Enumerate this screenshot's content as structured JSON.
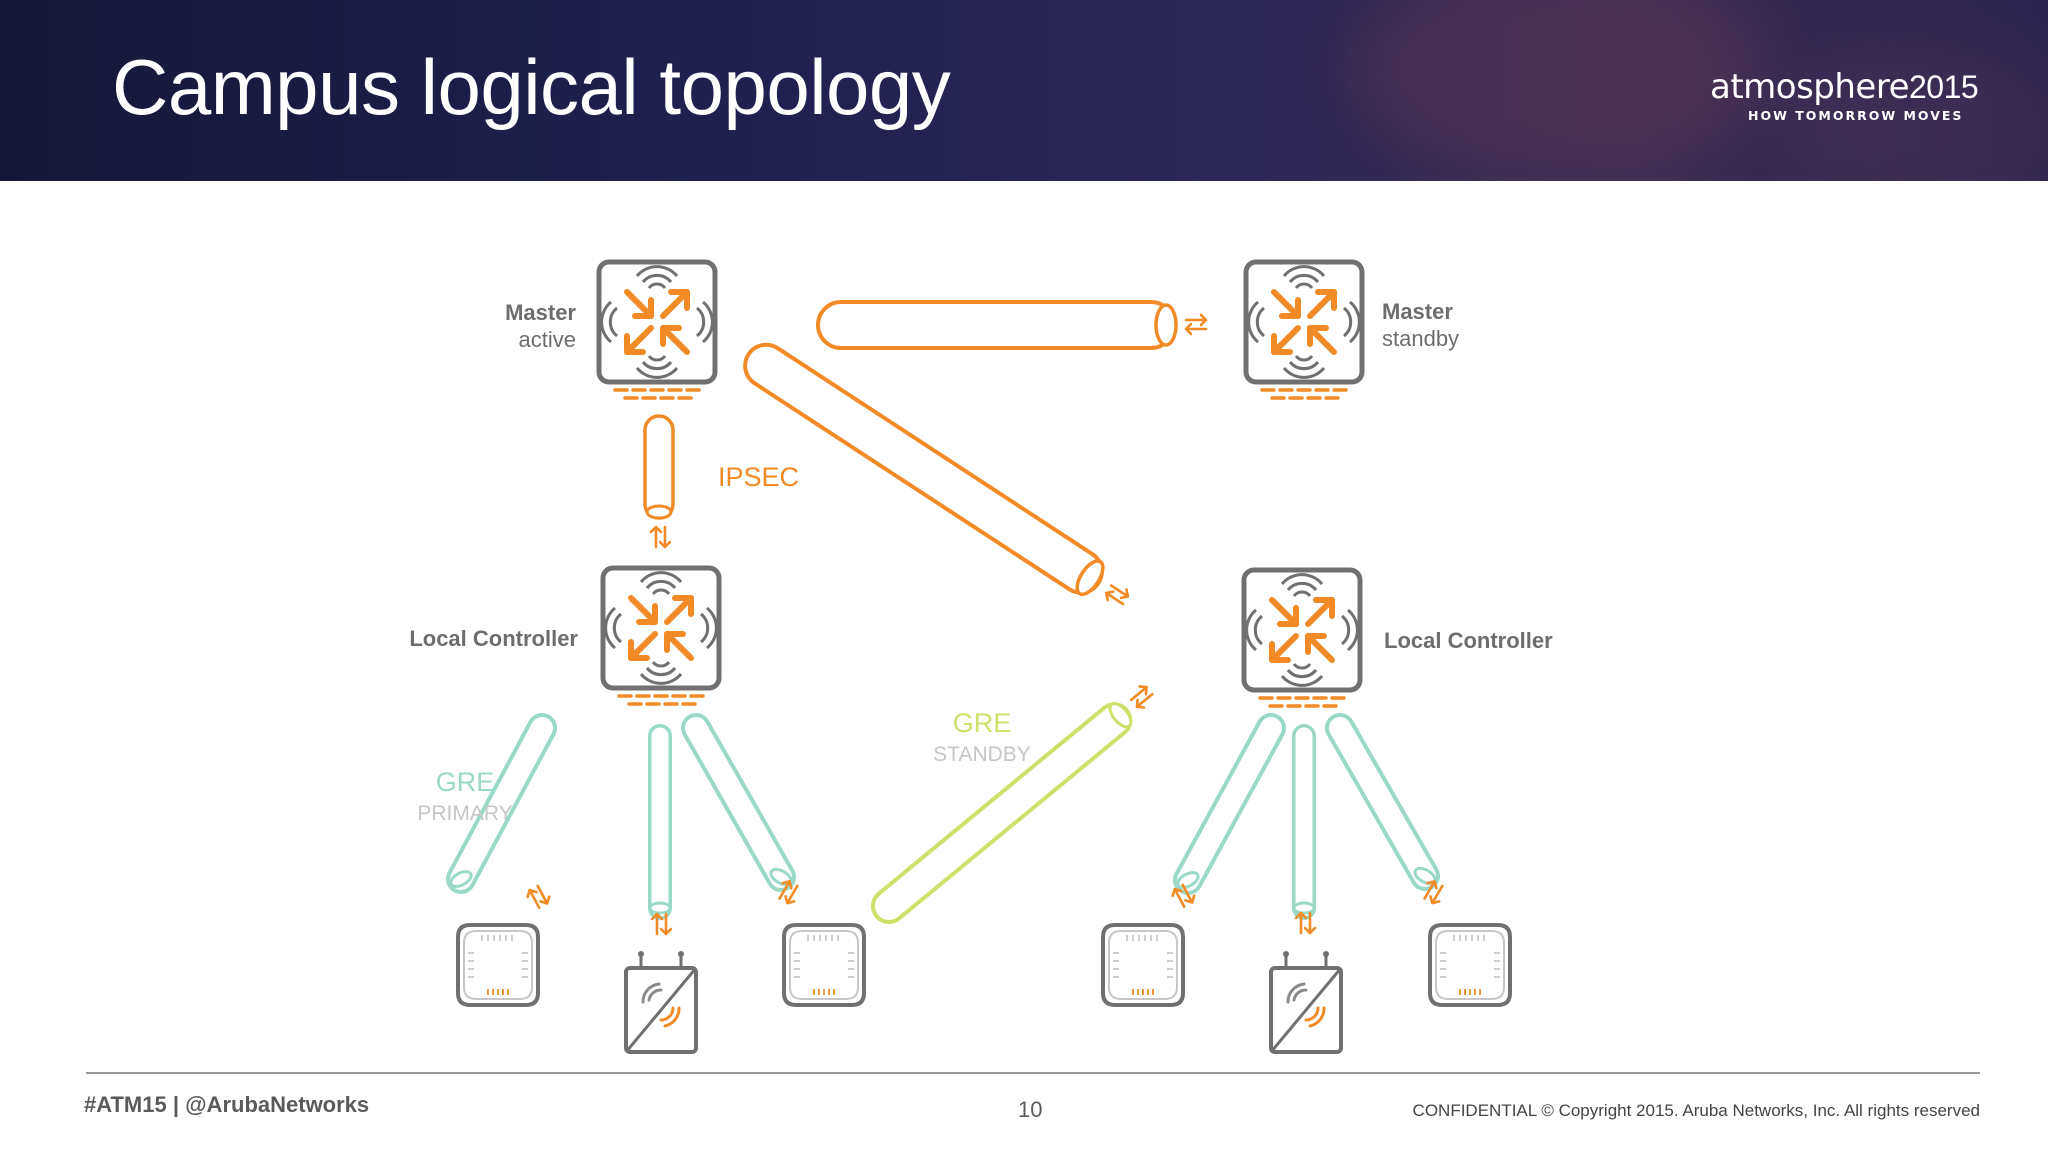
{
  "slide": {
    "title": "Campus logical topology",
    "page_number": "10",
    "footer_hashtag": "#ATM15 | @ArubaNetworks",
    "copyright": "CONFIDENTIAL © Copyright 2015. Aruba Networks, Inc. All rights reserved"
  },
  "logo": {
    "word": "atmosphere",
    "year": "2015",
    "tagline": "HOW TOMORROW MOVES"
  },
  "diagram": {
    "master_active": {
      "name": "Master",
      "state": "active"
    },
    "master_standby": {
      "name": "Master",
      "state": "standby"
    },
    "local_left": {
      "name": "Local Controller"
    },
    "local_right": {
      "name": "Local Controller"
    },
    "ipsec": {
      "label": "IPSEC"
    },
    "gre_primary": {
      "label": "GRE",
      "sublabel": "PRIMARY"
    },
    "gre_standby": {
      "label": "GRE",
      "sublabel": "STANDBY"
    }
  },
  "colors": {
    "ipsec_tunnel": "#f28a26",
    "gre_primary_tunnel": "#9ad8c8",
    "gre_standby_tunnel": "#cfe06a",
    "device_outline": "#707070",
    "label_gray": "#6d6d6d",
    "sublabel_gray": "#c6c6c6"
  },
  "icons": [
    "controller-icon",
    "access-point-icon",
    "remote-ap-icon",
    "arrow-exchange-icon"
  ]
}
